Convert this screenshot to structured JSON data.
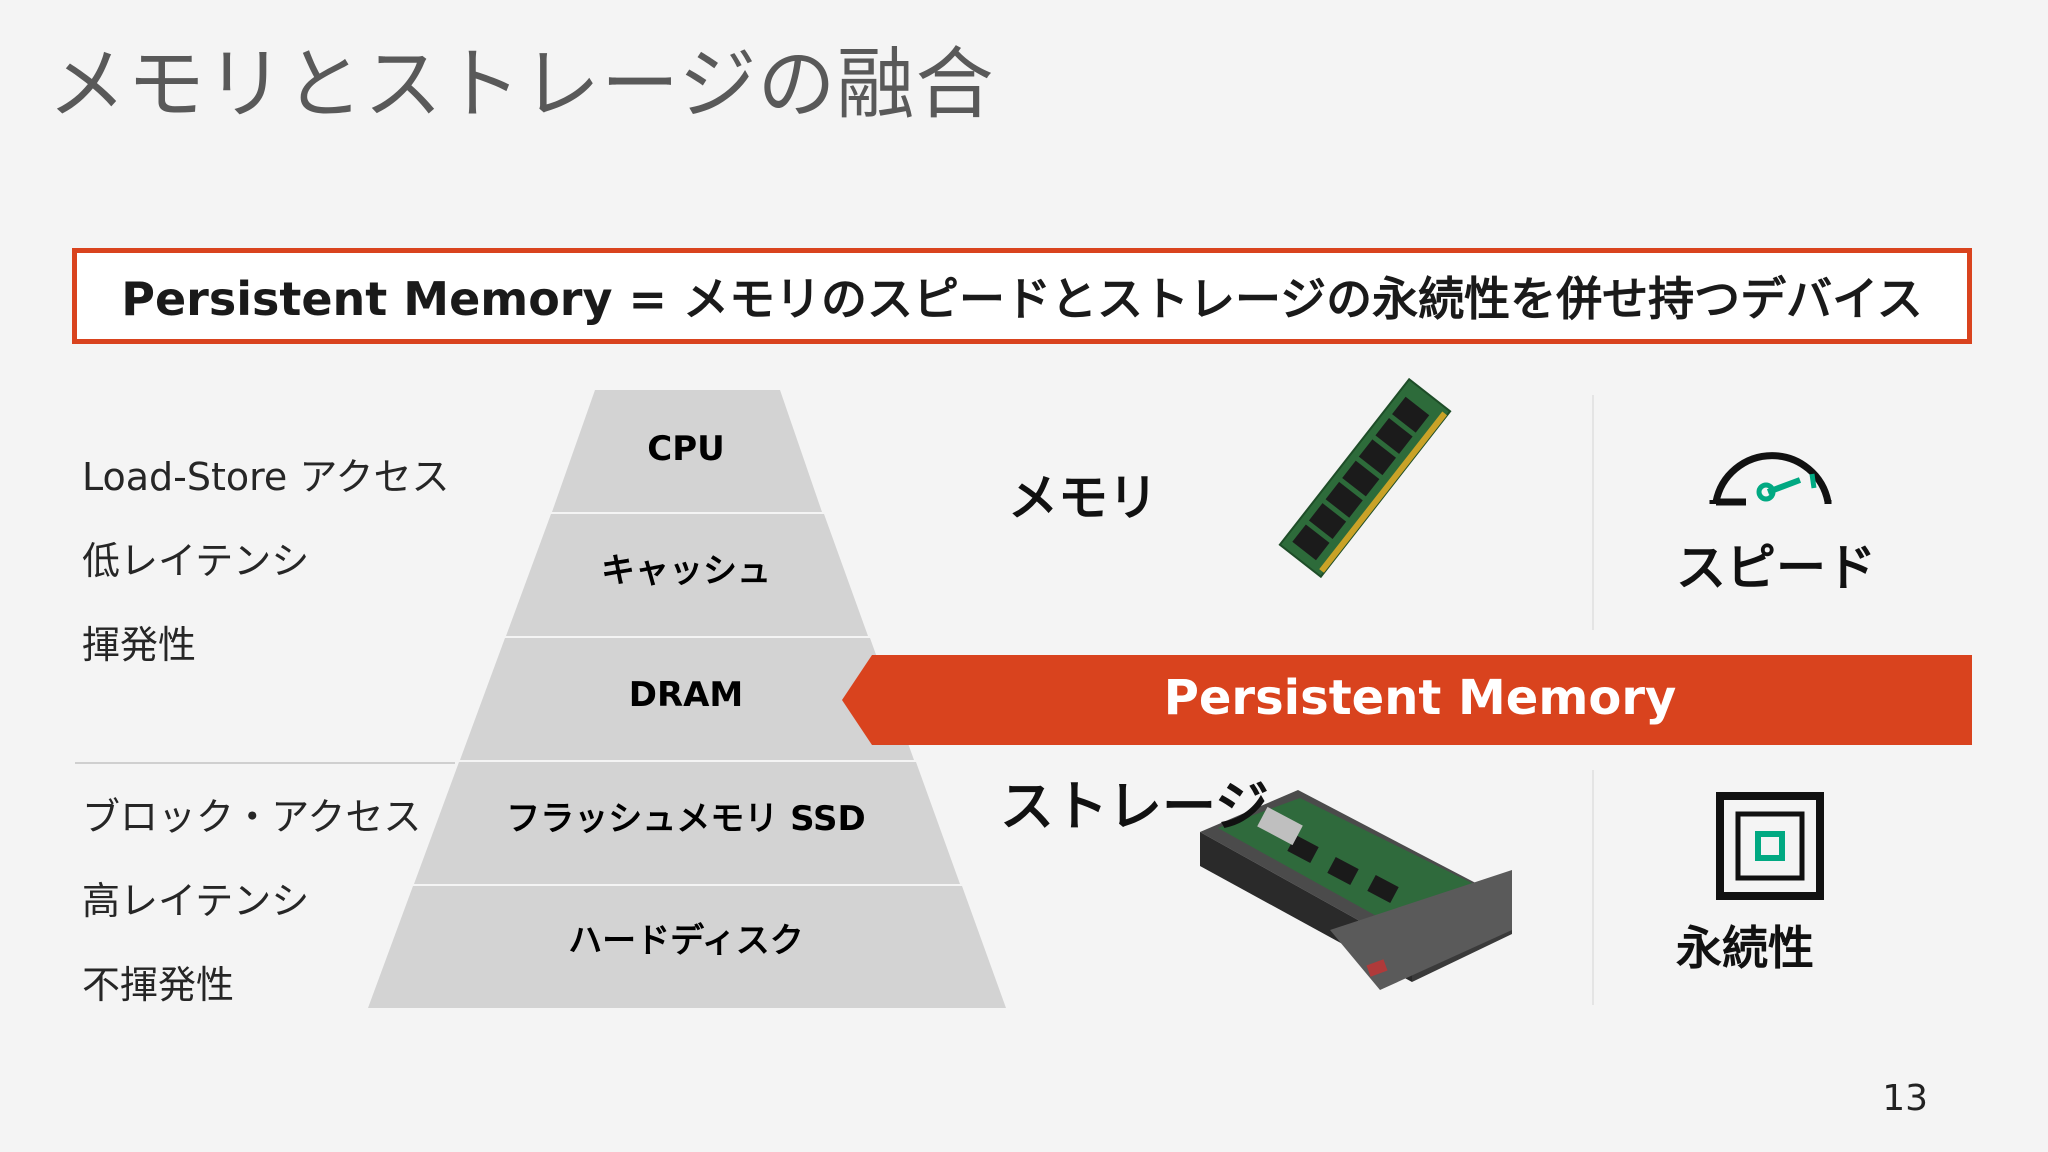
{
  "title": "メモリとストレージの融合",
  "definition": "Persistent Memory = メモリのスピードとストレージの永続性を併せ持つデバイス",
  "memory_traits": [
    "Load-Store アクセス",
    "低レイテンシ",
    "揮発性"
  ],
  "storage_traits": [
    "ブロック・アクセス",
    "高レイテンシ",
    "不揮発性"
  ],
  "pyramid": [
    "CPU",
    "キャッシュ",
    "DRAM",
    "フラッシュメモリ SSD",
    "ハードディスク"
  ],
  "pm_label": "Persistent Memory",
  "memory_label": "メモリ",
  "storage_label": "ストレージ",
  "speed_label": "スピード",
  "persistence_label": "永続性",
  "page_number": "13",
  "colors": {
    "accent": "#d9431e",
    "pyramid": "#d3d3d3",
    "icon_green": "#01a982"
  },
  "icons": [
    "memory-module-image",
    "ssd-drive-image",
    "speedometer-icon",
    "persistence-chip-icon"
  ]
}
